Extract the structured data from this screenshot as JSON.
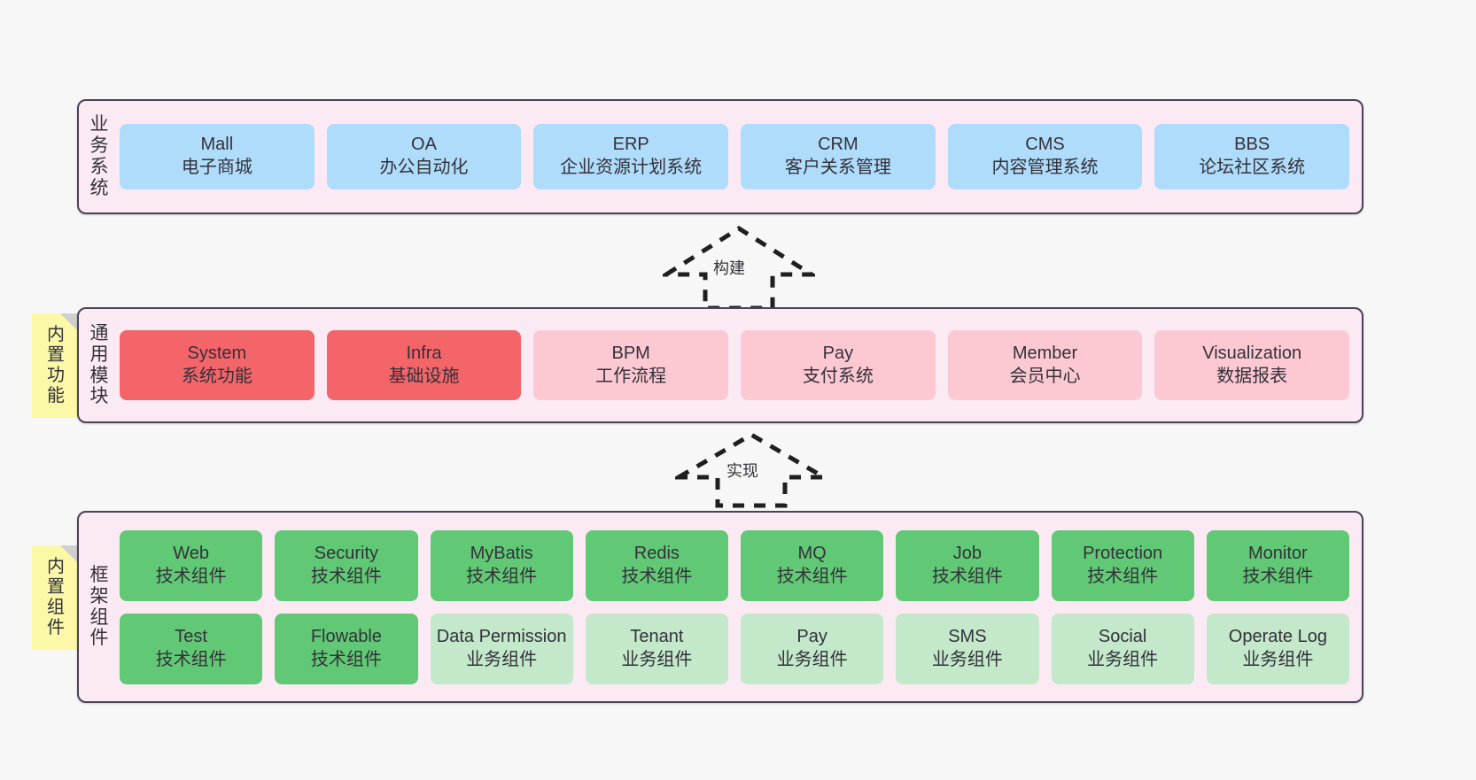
{
  "diagram": {
    "layers": [
      {
        "id": "business-systems",
        "label_chars": [
          "业",
          "务",
          "系",
          "统"
        ],
        "rows": [
          {
            "cards": [
              {
                "en": "Mall",
                "cn": "电子商城",
                "style": "c-blue"
              },
              {
                "en": "OA",
                "cn": "办公自动化",
                "style": "c-blue"
              },
              {
                "en": "ERP",
                "cn": "企业资源计划系统",
                "style": "c-blue"
              },
              {
                "en": "CRM",
                "cn": "客户关系管理",
                "style": "c-blue"
              },
              {
                "en": "CMS",
                "cn": "内容管理系统",
                "style": "c-blue"
              },
              {
                "en": "BBS",
                "cn": "论坛社区系统",
                "style": "c-blue"
              }
            ]
          }
        ]
      },
      {
        "id": "common-modules",
        "label_chars": [
          "通",
          "用",
          "模",
          "块"
        ],
        "rows": [
          {
            "cards": [
              {
                "en": "System",
                "cn": "系统功能",
                "style": "c-red"
              },
              {
                "en": "Infra",
                "cn": "基础设施",
                "style": "c-red"
              },
              {
                "en": "BPM",
                "cn": "工作流程",
                "style": "c-pink"
              },
              {
                "en": "Pay",
                "cn": "支付系统",
                "style": "c-pink"
              },
              {
                "en": "Member",
                "cn": "会员中心",
                "style": "c-pink"
              },
              {
                "en": "Visualization",
                "cn": "数据报表",
                "style": "c-pink"
              }
            ]
          }
        ]
      },
      {
        "id": "framework-components",
        "label_chars": [
          "框",
          "架",
          "组",
          "件"
        ],
        "rows": [
          {
            "cards": [
              {
                "en": "Web",
                "cn": "技术组件",
                "style": "c-green"
              },
              {
                "en": "Security",
                "cn": "技术组件",
                "style": "c-green"
              },
              {
                "en": "MyBatis",
                "cn": "技术组件",
                "style": "c-green"
              },
              {
                "en": "Redis",
                "cn": "技术组件",
                "style": "c-green"
              },
              {
                "en": "MQ",
                "cn": "技术组件",
                "style": "c-green"
              },
              {
                "en": "Job",
                "cn": "技术组件",
                "style": "c-green"
              },
              {
                "en": "Protection",
                "cn": "技术组件",
                "style": "c-green"
              },
              {
                "en": "Monitor",
                "cn": "技术组件",
                "style": "c-green"
              }
            ]
          },
          {
            "cards": [
              {
                "en": "Test",
                "cn": "技术组件",
                "style": "c-green"
              },
              {
                "en": "Flowable",
                "cn": "技术组件",
                "style": "c-green"
              },
              {
                "en": "Data Permission",
                "cn": "业务组件",
                "style": "c-lightgreen"
              },
              {
                "en": "Tenant",
                "cn": "业务组件",
                "style": "c-lightgreen"
              },
              {
                "en": "Pay",
                "cn": "业务组件",
                "style": "c-lightgreen"
              },
              {
                "en": "SMS",
                "cn": "业务组件",
                "style": "c-lightgreen"
              },
              {
                "en": "Social",
                "cn": "业务组件",
                "style": "c-lightgreen"
              },
              {
                "en": "Operate Log",
                "cn": "业务组件",
                "style": "c-lightgreen"
              }
            ]
          }
        ]
      }
    ],
    "notes": [
      {
        "id": "builtin-functions",
        "chars": [
          "内",
          "置",
          "功",
          "能"
        ]
      },
      {
        "id": "builtin-components",
        "chars": [
          "内",
          "置",
          "组",
          "件"
        ]
      }
    ],
    "connectors": [
      {
        "id": "build",
        "label": "构建"
      },
      {
        "id": "implement",
        "label": "实现"
      }
    ],
    "colors": {
      "background": "#f7f7f7",
      "layer_fill": "#fbeaf4",
      "layer_border": "#4a4453",
      "blue": "#afdcfa",
      "red": "#f4656a",
      "pink": "#fcc9d2",
      "green": "#61c975",
      "light_green": "#c3e8ca",
      "note_yellow": "#fbf8a8",
      "note_fold": "#cfcfcf",
      "text": "#33313a",
      "connector_stroke": "#1f1f1f"
    }
  }
}
